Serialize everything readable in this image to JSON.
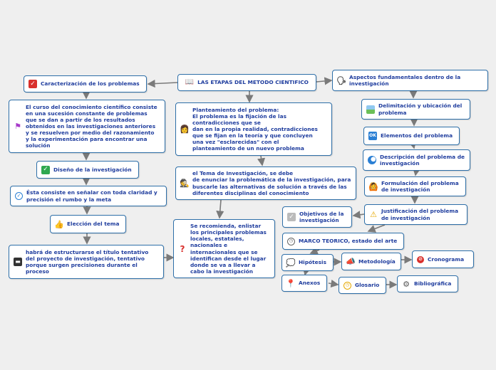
{
  "root": {
    "label": "LAS ETAPAS DEL METODO CIENTIFICO",
    "icon": "book-icon"
  },
  "left": {
    "caracterizacion": {
      "label": "Caracterización de los problemas",
      "icon": "check-box-icon"
    },
    "curso": {
      "label": "El curso del conocimiento científico consiste\nen una sucesión constante de problemas\nque se dan a partir de los resultados\nobtenidos en las investigaciones anteriores\ny se resuelven por medio del  razonamiento\ny la experimentación para encontrar una\nsolución",
      "icon": "flag-icon"
    },
    "diseno": {
      "label": "Diseño de la investigación",
      "icon": "check-box-icon"
    },
    "consiste": {
      "label": "Ésta consiste en señalar con toda claridad y\nprecisión el rumbo y la meta",
      "icon": "check-circle-icon"
    },
    "eleccion": {
      "label": "Elección del tema",
      "icon": "thumbs-up-icon"
    },
    "habra": {
      "label": "habrá de estructurarse el título tentativo\ndel proyecto de investigación, tentativo\nporque surgen precisiones durante el\nproceso",
      "icon": "briefcase-icon"
    }
  },
  "middle": {
    "planteamiento": {
      "label": "Planteamiento del problema:\nEl problema es la fijación de las\ncontradicciones que se\ndan en la propia realidad, contradicciones\nque se fijan en la teoría y que concluyen\nuna vez \"esclarecidas\" con el\nplanteamiento de un nuevo problema",
      "icon": "person-icon"
    },
    "tema": {
      "label": "el Tema de Investigación, se debe\nde enunciar la problemática de la investigación, para\nbuscarle las alternativas de solución a través de las\ndiferentes disciplinas del conocimiento",
      "icon": "detective-icon"
    },
    "recomienda": {
      "label": "Se recomienda, enlistar\nlos principales problemas\nlocales, estatales,\nnacionales e\ninternacionales que se\nidentifican desde el lugar\ndonde se va a llevar a\ncabo la investigación",
      "icon": "question-icon"
    }
  },
  "right": {
    "aspectos": {
      "label": "Aspectos fundamentales dentro de la\ninvestigación",
      "icon": "speaking-head-icon"
    },
    "delimitacion": {
      "label": "Delimitación y ubicación del\nproblema",
      "icon": "landscape-icon"
    },
    "elementos": {
      "label": "Elementos del problema",
      "icon": "ok-icon"
    },
    "descripcion": {
      "label": "Descripción del problema de\ninvestigación",
      "icon": "moon-icon"
    },
    "formulacion": {
      "label": "Formulación del problema\nde investigación",
      "icon": "person-icon"
    },
    "justificacion": {
      "label": "Justificación del problema\nde investigación",
      "icon": "warning-icon"
    },
    "objetivos": {
      "label": "Objetivos de la\ninvestigación",
      "icon": "check-box-icon"
    },
    "marco": {
      "label": "MARCO TEORICO, estado del arte",
      "icon": "clock-icon"
    },
    "hipotesis": {
      "label": "Hipótesis",
      "icon": "speech-bubble-icon"
    },
    "metodologia": {
      "label": "Metodología",
      "icon": "megaphone-icon"
    },
    "cronograma": {
      "label": "Cronograma",
      "icon": "no-entry-icon"
    },
    "anexos": {
      "label": "Anexos",
      "icon": "pin-icon"
    },
    "glosario": {
      "label": "Glosario",
      "icon": "alarm-icon"
    },
    "bibliografica": {
      "label": "Bibliográfica",
      "icon": "gear-icon"
    }
  },
  "colors": {
    "border": "#2e6fa8",
    "text": "#1f3d9e",
    "link": "#7a7a7a",
    "background": "#efefef"
  }
}
